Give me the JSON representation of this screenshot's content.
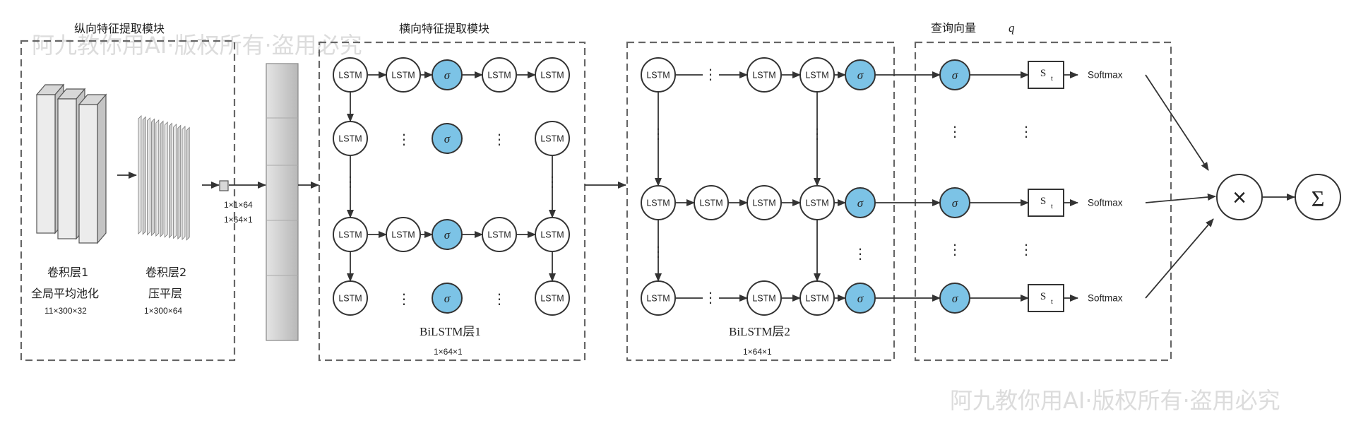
{
  "titles": {
    "vertical_module": "纵向特征提取模块",
    "horizontal_module": "横向特征提取模块",
    "query_vector": "查询向量",
    "query_symbol": "q"
  },
  "conv": {
    "layer1": "卷积层1",
    "gap": "全局平均池化",
    "dim1": "11×300×32",
    "layer2": "卷积层2",
    "flatten": "压平层",
    "dim2": "1×300×64"
  },
  "reshape": {
    "dim_a": "1×1×64",
    "dim_b": "1×64×1"
  },
  "bilstm1": {
    "label": "BiLSTM层1",
    "dim": "1×64×1"
  },
  "bilstm2": {
    "label": "BiLSTM层2",
    "dim": "1×64×1"
  },
  "node_labels": {
    "lstm": "LSTM",
    "sigma": "σ",
    "score": "S",
    "score_sub": "t"
  },
  "softmax_label": "Softmax",
  "ops": {
    "multiply": "×",
    "sum": "Σ"
  },
  "watermark": "阿九教你用AI·版权所有·盗用必究",
  "colors": {
    "sigma_fill": "#7cc3e6",
    "frame": "#666666",
    "watermark": "#dcdcdc"
  }
}
